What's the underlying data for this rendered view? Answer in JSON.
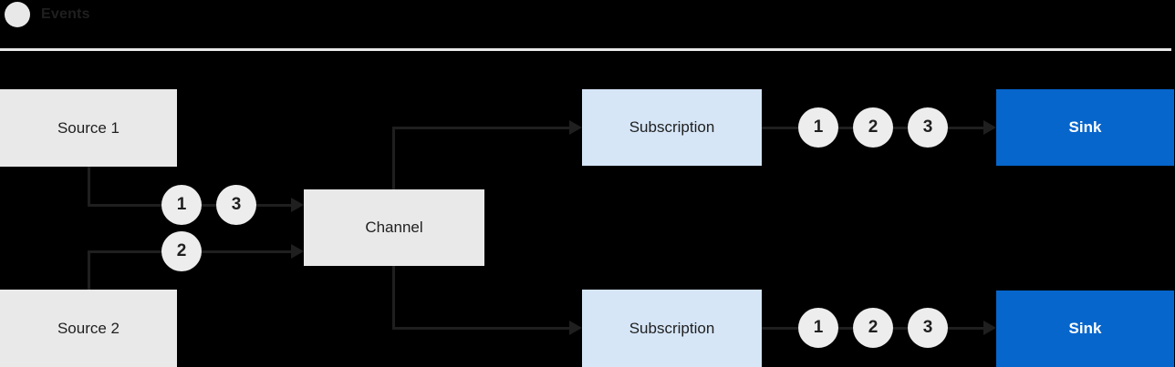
{
  "legend": {
    "label": "Events",
    "icon": "event-circle-icon"
  },
  "colors": {
    "background": "#000000",
    "divider": "#e8e8e8",
    "legend_circle": "#e8e8e8",
    "line": "#1f1f1f",
    "box_gray": "#e9e9e9",
    "box_blue_light": "#d6e6f7",
    "box_blue": "#0666cc",
    "event_circle": "#ededed",
    "text_dark": "#1f1f1f",
    "text_light": "#ffffff"
  },
  "nodes": {
    "source1": "Source 1",
    "source2": "Source 2",
    "channel": "Channel",
    "subscription1": "Subscription",
    "subscription2": "Subscription",
    "sink1": "Sink",
    "sink2": "Sink"
  },
  "events": {
    "source1_to_channel": [
      "1",
      "3"
    ],
    "source2_to_channel": [
      "2"
    ],
    "subscription1_to_sink1": [
      "1",
      "2",
      "3"
    ],
    "subscription2_to_sink2": [
      "1",
      "2",
      "3"
    ]
  }
}
